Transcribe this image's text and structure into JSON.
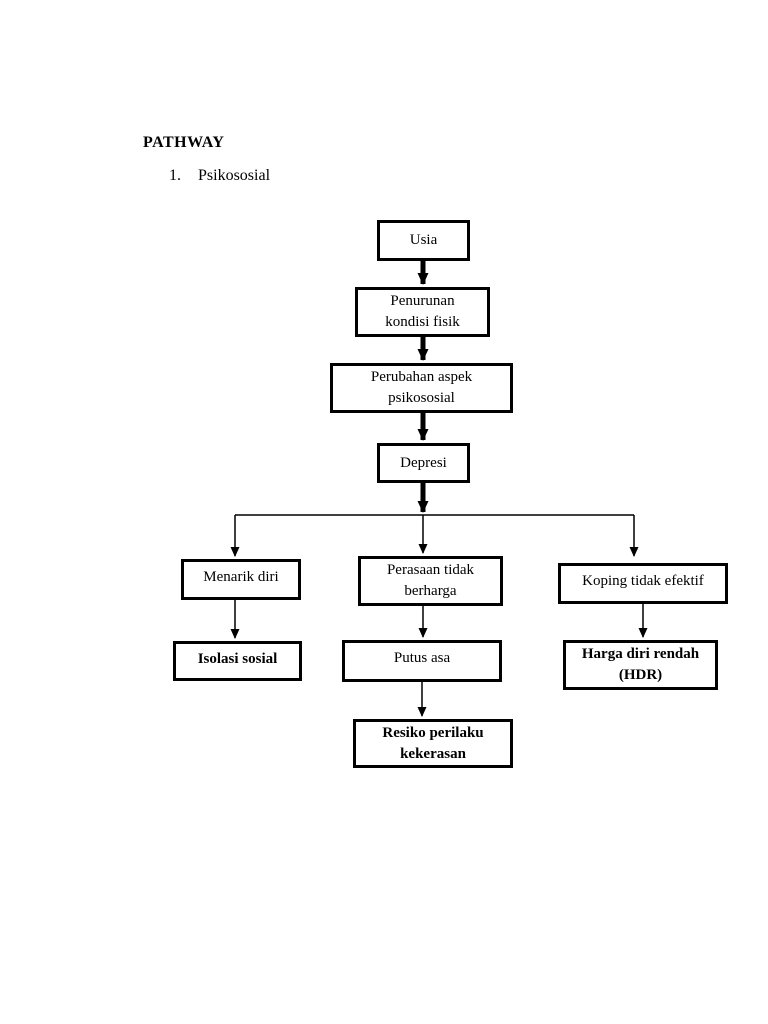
{
  "page": {
    "title": "PATHWAY",
    "list": {
      "number": "1.",
      "label": "Psikososial"
    }
  },
  "flowchart": {
    "nodes": {
      "usia": "Usia",
      "penurunan": "Penurunan kondisi fisik",
      "perubahan": "Perubahan aspek psikososial",
      "depresi": "Depresi",
      "menarik_diri": "Menarik diri",
      "perasaan": "Perasaan tidak berharga",
      "koping": "Koping tidak efektif",
      "isolasi": "Isolasi sosial",
      "putus_asa": "Putus asa",
      "harga_diri": "Harga diri rendah (HDR)",
      "resiko": "Resiko perilaku kekerasan"
    },
    "edges": [
      {
        "from": "Usia",
        "to": "Penurunan kondisi fisik",
        "style": "thick"
      },
      {
        "from": "Penurunan kondisi fisik",
        "to": "Perubahan aspek psikososial",
        "style": "thick"
      },
      {
        "from": "Perubahan aspek psikososial",
        "to": "Depresi",
        "style": "thick"
      },
      {
        "from": "Depresi",
        "to": "Menarik diri",
        "style": "branch"
      },
      {
        "from": "Depresi",
        "to": "Perasaan tidak berharga",
        "style": "branch"
      },
      {
        "from": "Depresi",
        "to": "Koping tidak efektif",
        "style": "branch"
      },
      {
        "from": "Menarik diri",
        "to": "Isolasi sosial",
        "style": "thin"
      },
      {
        "from": "Perasaan tidak berharga",
        "to": "Putus asa",
        "style": "thin"
      },
      {
        "from": "Putus asa",
        "to": "Resiko perilaku kekerasan",
        "style": "thin"
      },
      {
        "from": "Koping tidak efektif",
        "to": "Harga diri rendah (HDR)",
        "style": "thin"
      }
    ]
  }
}
